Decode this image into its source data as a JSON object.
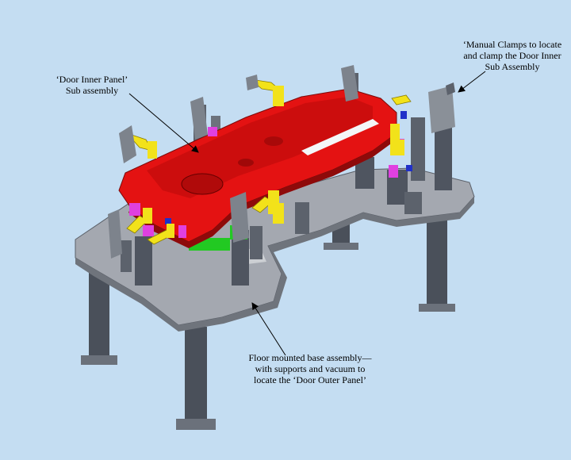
{
  "callouts": {
    "inner_panel": "‘Door Inner Panel’\nSub assembly",
    "clamps": "‘Manual Clamps to locate\nand clamp the Door Inner\nSub Assembly",
    "base": "Floor mounted base assembly—\nwith supports and vacuum to\nlocate the ‘Door Outer Panel’"
  },
  "colors": {
    "background": "#c4ddf2",
    "panel_red": "#e41212",
    "base_gray": "#9a9ea6",
    "leg_gray": "#464c56",
    "clamp_yellow": "#f2e21a",
    "clamp_magenta": "#e040e0",
    "locator_green": "#22c922",
    "locator_blue": "#2030c8"
  }
}
